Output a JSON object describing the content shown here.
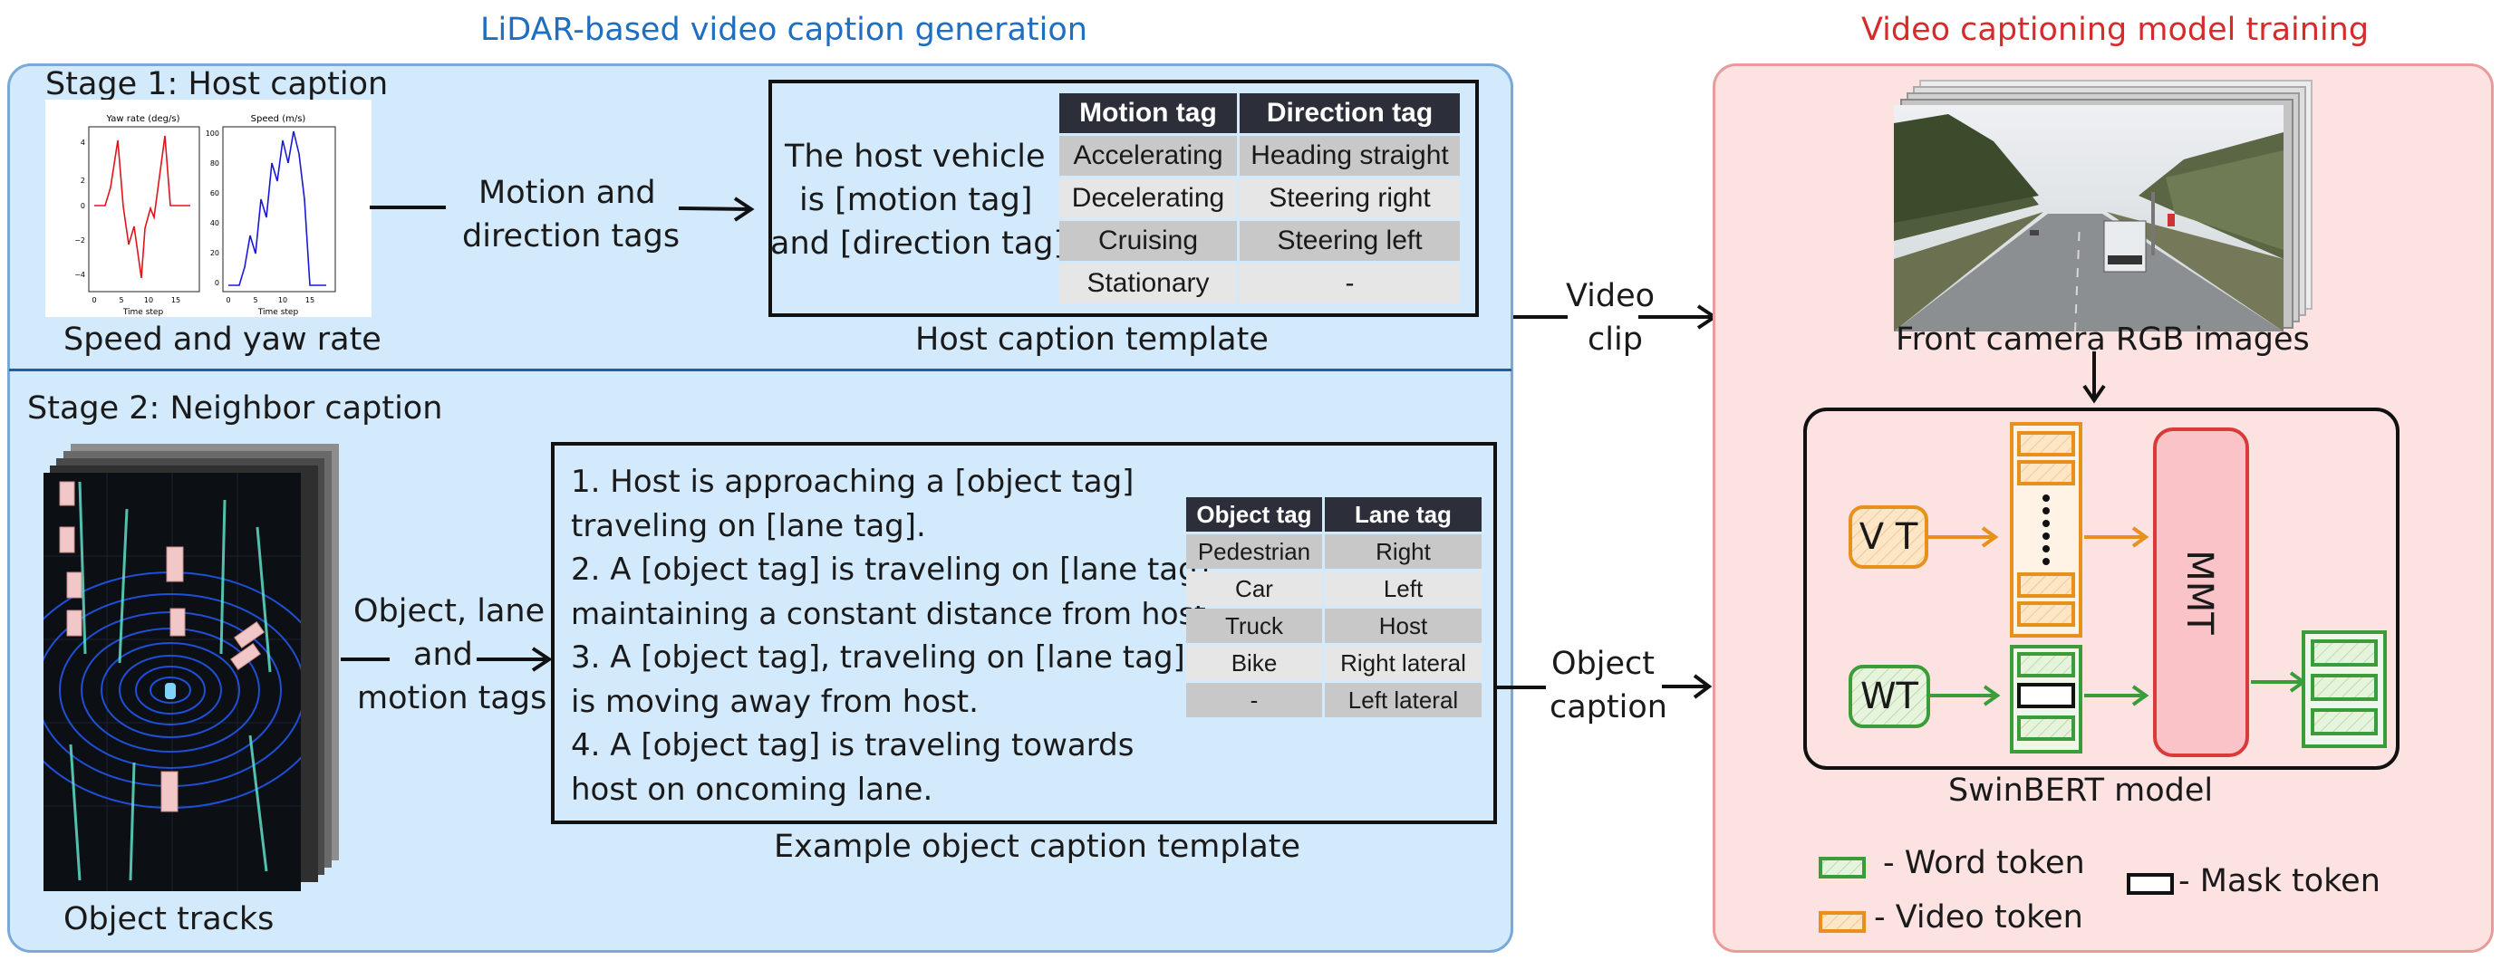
{
  "headers": {
    "left": "LiDAR-based video caption generation",
    "right": "Video captioning model training",
    "left_color": "#1f6fc1",
    "right_color": "#d62b2b"
  },
  "stage1": {
    "title": "Stage 1: Host caption",
    "plot_caption": "Speed and yaw rate",
    "plot_yaw": {
      "title": "Yaw rate (deg/s)",
      "xlabel": "Time step",
      "yticks": [
        "4",
        "2",
        "0",
        "−2",
        "−4"
      ],
      "xticks": [
        "0",
        "5",
        "10",
        "15"
      ]
    },
    "plot_speed": {
      "title": "Speed (m/s)",
      "xlabel": "Time step",
      "yticks": [
        "100",
        "80",
        "60",
        "40",
        "20",
        "0"
      ],
      "xticks": [
        "0",
        "5",
        "10",
        "15"
      ]
    },
    "arrow_label_1": "Motion and",
    "arrow_label_2": "direction tags",
    "template_line_1": "The host vehicle",
    "template_line_2": "is [motion tag]",
    "template_line_3": "and [direction tag]",
    "template_caption": "Host caption template",
    "table_headers": [
      "Motion tag",
      "Direction tag"
    ],
    "table_rows": [
      [
        "Accelerating",
        "Heading straight"
      ],
      [
        "Decelerating",
        "Steering right"
      ],
      [
        "Cruising",
        "Steering left"
      ],
      [
        "Stationary",
        "-"
      ]
    ]
  },
  "stage2": {
    "title": "Stage 2: Neighbor caption",
    "tracks_caption": "Object tracks",
    "arrow_label_1": "Object, lane",
    "arrow_label_2": "and",
    "arrow_label_3": "motion tags",
    "caption_lines": [
      "1. Host is approaching a [object tag]",
      "traveling on [lane tag].",
      "2. A [object tag] is traveling on [lane tag],",
      "maintaining a constant distance from host",
      "3. A [object tag], traveling on [lane tag]",
      "is moving away from host.",
      "4. A [object tag] is traveling towards",
      "host on oncoming lane."
    ],
    "template_caption": "Example object caption template",
    "table_headers": [
      "Object tag",
      "Lane tag"
    ],
    "table_rows": [
      [
        "Pedestrian",
        "Right"
      ],
      [
        "Car",
        "Left"
      ],
      [
        "Truck",
        "Host"
      ],
      [
        "Bike",
        "Right lateral"
      ],
      [
        "-",
        "Left lateral"
      ]
    ]
  },
  "flow": {
    "video_clip_1": "Video",
    "video_clip_2": "clip",
    "object_caption_1": "Object",
    "object_caption_2": "caption"
  },
  "model": {
    "camera_caption": "Front camera RGB images",
    "vt_label": "V T",
    "wt_label": "WT",
    "mmt_label": "MMT",
    "model_caption": "SwinBERT model",
    "legend_word": "- Word token",
    "legend_video": "- Video token",
    "legend_mask": "- Mask token",
    "colors": {
      "video": "#e8901c",
      "word": "#3a9d3a",
      "mmt_fill": "#f9c3c7",
      "mmt_border": "#d93a3a"
    }
  }
}
